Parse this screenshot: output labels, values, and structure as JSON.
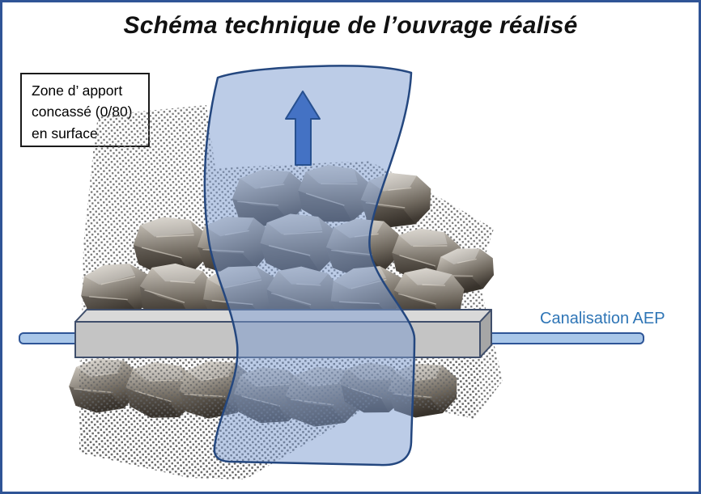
{
  "title": "Schéma technique de l’ouvrage réalisé",
  "callout": {
    "lines": [
      "Zone d’ apport",
      "concassé (0/80)",
      "en surface"
    ]
  },
  "labels": {
    "canalisation": "Canalisation AEP"
  },
  "icons": {
    "up_arrow": "upward-flow-arrow",
    "gravel_pattern": "dotted-gravel-fill"
  },
  "colors": {
    "frame_border": "#2F5496",
    "title_color": "#111111",
    "accent_blue": "#4472C4",
    "arrow_border": "#27508F",
    "curtain_fill": "#7A9AD0",
    "curtain_border": "#24477F",
    "pipe_fill": "#A9C7E9",
    "pipe_border": "#2E5597",
    "casing_front": "#C4C4C4",
    "casing_top": "#D9D9D9",
    "casing_side": "#A6A6A6",
    "casing_border": "#3F4E6B",
    "pattern_dot": "#636363",
    "label_blue": "#2E75B6"
  }
}
